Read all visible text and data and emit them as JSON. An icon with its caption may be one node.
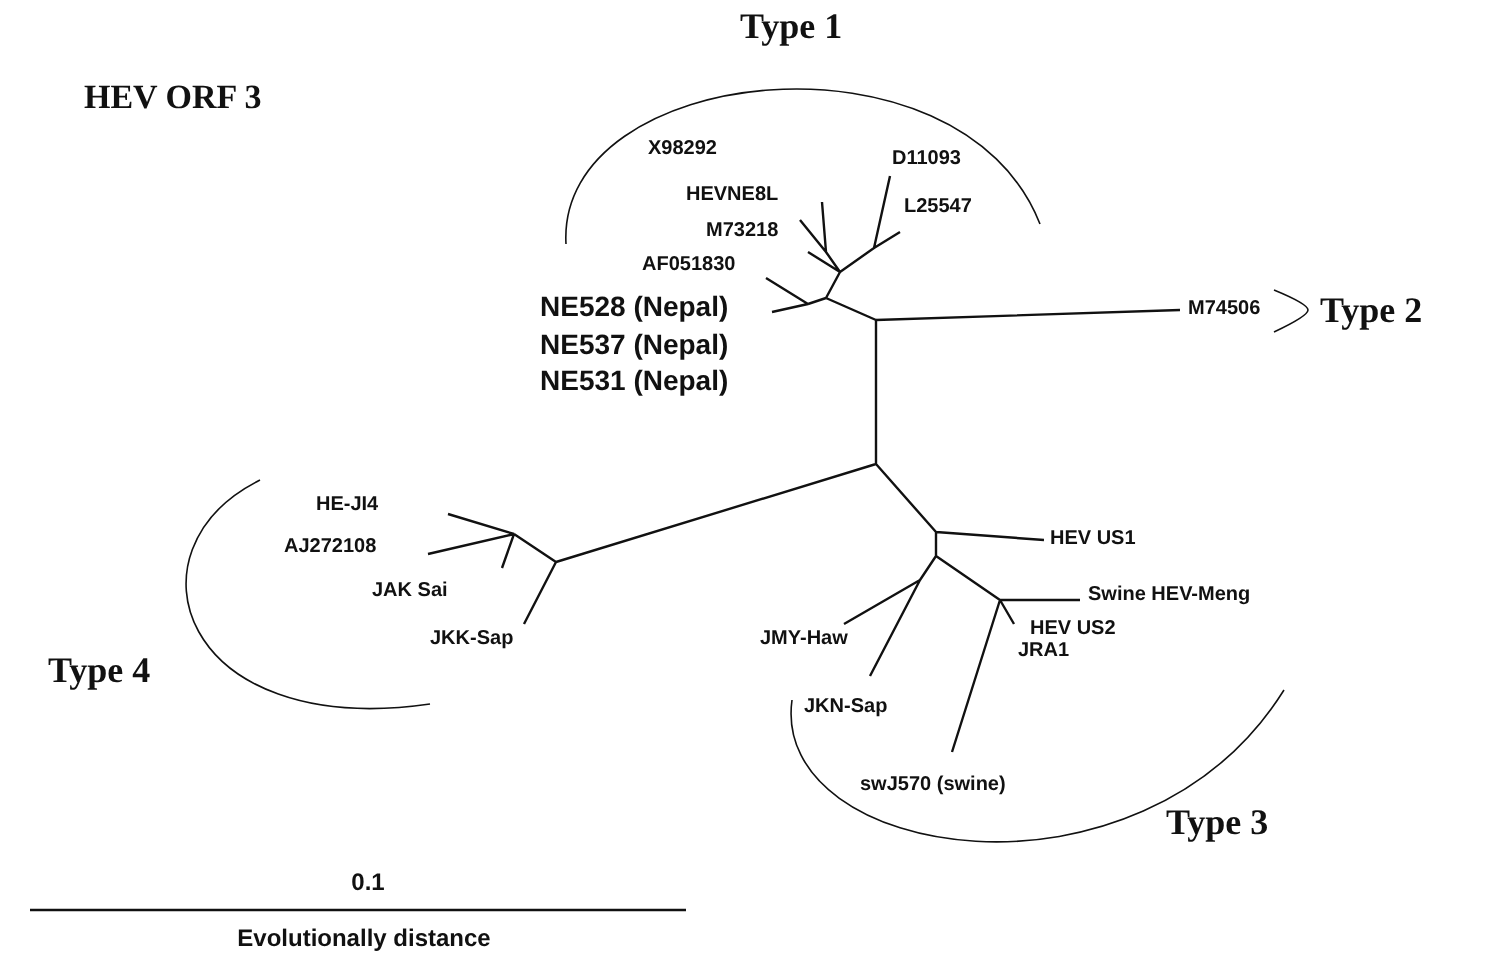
{
  "diagram": {
    "title": "HEV ORF 3",
    "labels": [
      "Type 1",
      "X98292",
      "D11093",
      "HEVNE8L",
      "L25547",
      "M73218",
      "AF051830",
      "NE528 (Nepal)",
      "NE537 (Nepal)",
      "NE531 (Nepal)",
      "M74506",
      "Type 2",
      "HE-JI4",
      "AJ272108",
      "JAK Sai",
      "HEV US1",
      "JKK-Sap",
      "Swine HEV-Meng",
      "HEV US2",
      "JRA1",
      "JMY-Haw",
      "Type 4",
      "JKN-Sap",
      "swJ570 (swine)",
      "Type 3",
      "0.1",
      "Evolutionally distance"
    ]
  }
}
